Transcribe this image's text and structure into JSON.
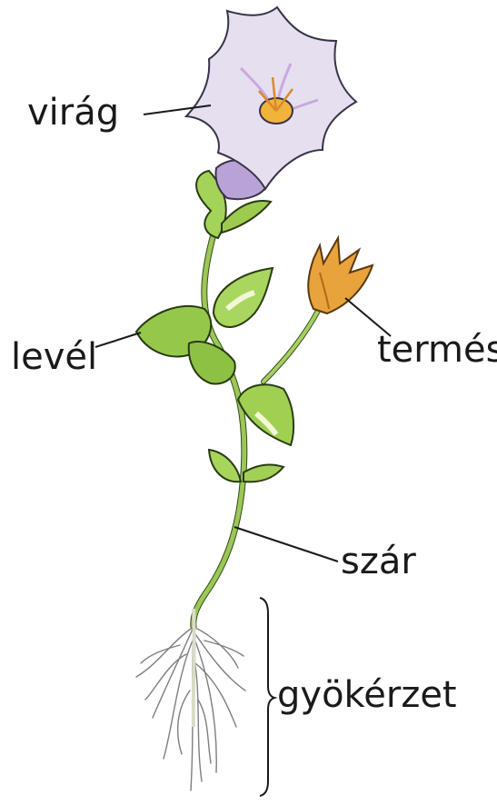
{
  "labels": {
    "flower": "virág",
    "fruit": "termés",
    "leaf": "levél",
    "stem": "szár",
    "roots": "gyökérzet"
  },
  "colors": {
    "petal": "#e6dff0",
    "petal_shadow": "#b9a3d6",
    "flower_center": "#f0b43a",
    "leaf": "#9fcf52",
    "leaf_dark": "#6fa333",
    "stem": "#9cc757",
    "fruit": "#e8a33c",
    "root": "#8a8a8a",
    "ink": "#1a1a1a"
  }
}
